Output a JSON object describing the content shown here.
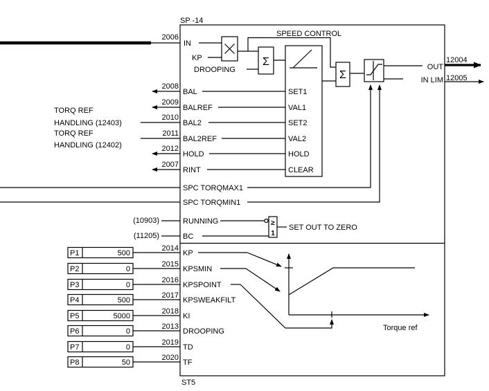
{
  "block": {
    "id": "SP -14",
    "title": "SPEED CONTROL",
    "footer": "ST5"
  },
  "input_main": {
    "code": "2006",
    "label": "IN"
  },
  "mult": {
    "in1": "KP",
    "in2": "DROOPING"
  },
  "sum_symbol": "Σ",
  "pi_pins": [
    "SET1",
    "VAL1",
    "SET2",
    "VAL2",
    "HOLD",
    "CLEAR"
  ],
  "left_pins": [
    {
      "code": "2008",
      "label": "BAL"
    },
    {
      "code": "2009",
      "label": "BALREF"
    },
    {
      "code": "2010",
      "label": "BAL2"
    },
    {
      "code": "2011",
      "label": "BAL2REF"
    },
    {
      "code": "2012",
      "label": "HOLD"
    },
    {
      "code": "2007",
      "label": "RINT"
    }
  ],
  "torq_ref_sources": [
    {
      "line1": "TORQ REF",
      "line2": "HANDLING (12403)"
    },
    {
      "line1": "TORQ REF",
      "line2": "HANDLING (12402)"
    }
  ],
  "limits": {
    "max": "SPC TORQMAX1",
    "min": "SPC TORQMIN1"
  },
  "logic": {
    "running": {
      "code": "(10903)",
      "label": "RUNNING"
    },
    "bc": {
      "code": "(11205)",
      "label": "BC"
    },
    "gate_top": "≥",
    "gate_bottom": "1",
    "output": "SET OUT TO ZERO"
  },
  "outputs": [
    {
      "label": "OUT",
      "code": "12004"
    },
    {
      "label": "IN LIM",
      "code": "12005"
    }
  ],
  "parameters": [
    {
      "p": "P1",
      "value": "500",
      "code": "2014",
      "label": "KP"
    },
    {
      "p": "P2",
      "value": "0",
      "code": "2015",
      "label": "KPSMIN"
    },
    {
      "p": "P3",
      "value": "0",
      "code": "2016",
      "label": "KPSPOINT"
    },
    {
      "p": "P4",
      "value": "500",
      "code": "2017",
      "label": "KPSWEAKFILT"
    },
    {
      "p": "P5",
      "value": "5000",
      "code": "2018",
      "label": "KI"
    },
    {
      "p": "P6",
      "value": "0",
      "code": "2013",
      "label": "DROOPING"
    },
    {
      "p": "P7",
      "value": "0",
      "code": "2019",
      "label": "TD"
    },
    {
      "p": "P8",
      "value": "50",
      "code": "2020",
      "label": "TF"
    }
  ],
  "graph": {
    "xlabel": "Torque ref"
  }
}
